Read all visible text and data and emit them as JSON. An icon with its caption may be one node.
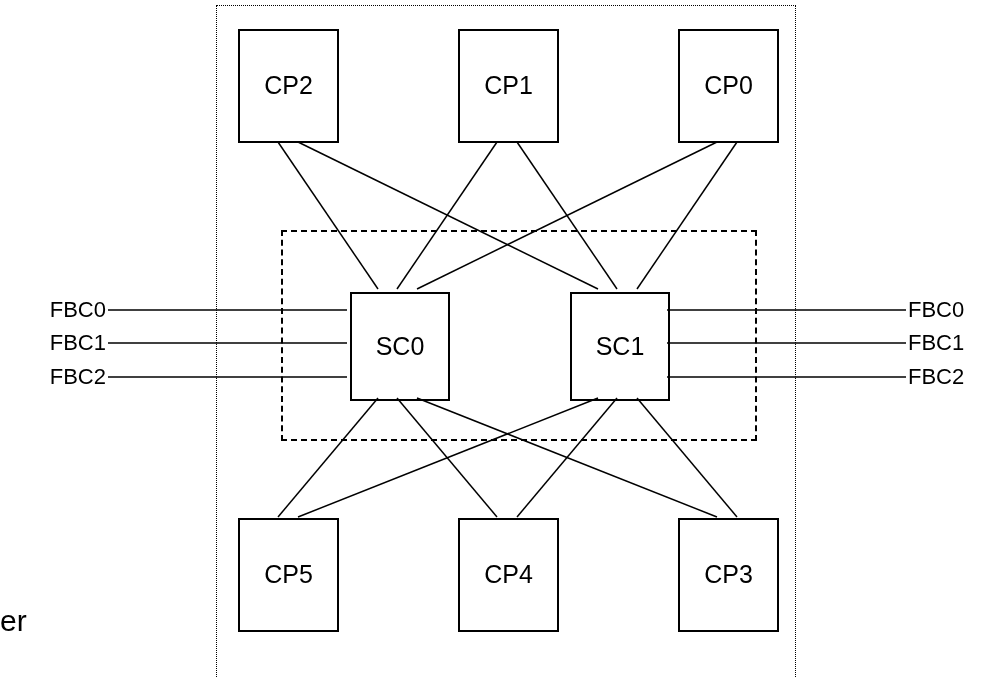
{
  "diagram": {
    "nodes": [
      {
        "text": [],
        "shape": "box"
      },
      {
        "text": [
          "CP2"
        ],
        "in": 0
      },
      {
        "text": [
          "CP1"
        ],
        "in": 0
      },
      {
        "text": [
          "CP0"
        ],
        "in": 0
      },
      {
        "text": [],
        "shape": "box",
        "in": 0
      },
      {
        "text": [
          "SC0"
        ],
        "in": 4
      },
      {
        "text": [
          "SC1"
        ],
        "in": 4
      },
      {
        "text": [
          "CP5"
        ],
        "in": 0
      },
      {
        "text": [
          "CP4"
        ],
        "in": 0
      },
      {
        "text": [
          "CP3"
        ],
        "in": 0
      },
      {
        "text": [
          "FBC0"
        ]
      },
      {
        "text": [
          "FBC1"
        ]
      },
      {
        "text": [
          "FBC2"
        ]
      },
      {
        "text": [
          "FBC0"
        ]
      },
      {
        "text": [
          "FBC1"
        ]
      },
      {
        "text": [
          "FBC2"
        ]
      }
    ],
    "edges": [
      {
        "from": 1,
        "to": 5,
        "arrow": "none"
      },
      {
        "from": 1,
        "to": 6,
        "arrow": "none"
      },
      {
        "from": 2,
        "to": 5,
        "arrow": "none"
      },
      {
        "from": 2,
        "to": 6,
        "arrow": "none"
      },
      {
        "from": 3,
        "to": 5,
        "arrow": "none"
      },
      {
        "from": 3,
        "to": 6,
        "arrow": "none"
      },
      {
        "from": 5,
        "to": 7,
        "arrow": "none"
      },
      {
        "from": 5,
        "to": 8,
        "arrow": "none"
      },
      {
        "from": 5,
        "to": 9,
        "arrow": "none"
      },
      {
        "from": 6,
        "to": 7,
        "arrow": "none"
      },
      {
        "from": 6,
        "to": 8,
        "arrow": "none"
      },
      {
        "from": 6,
        "to": 9,
        "arrow": "none"
      },
      {
        "from": 10,
        "to": 5,
        "arrow": "none"
      },
      {
        "from": 11,
        "to": 5,
        "arrow": "none"
      },
      {
        "from": 12,
        "to": 5,
        "arrow": "none"
      },
      {
        "from": 13,
        "to": 6,
        "arrow": "none"
      },
      {
        "from": 14,
        "to": 6,
        "arrow": "none"
      },
      {
        "from": 15,
        "to": 6,
        "arrow": "none"
      }
    ],
    "labels": [
      "er"
    ]
  }
}
